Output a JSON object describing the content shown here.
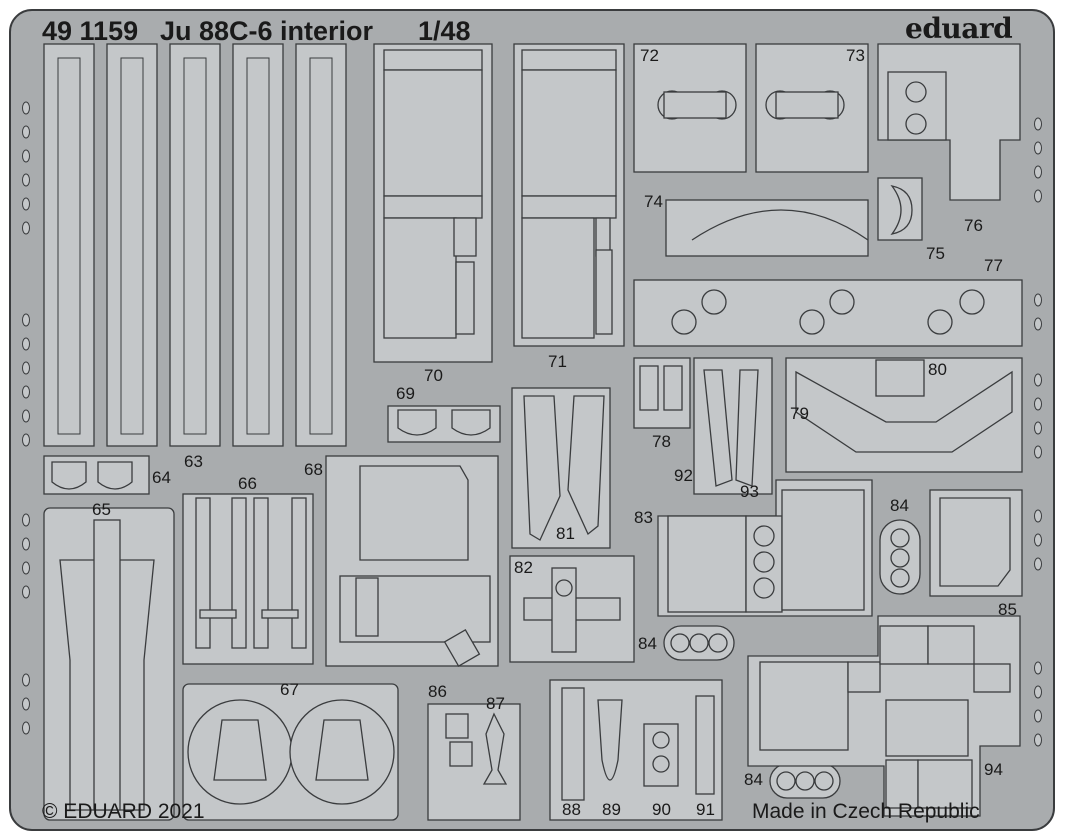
{
  "header": {
    "catalog_number": "49 1159",
    "title": "Ju 88C-6 interior",
    "scale": "1/48",
    "brand": "eduard"
  },
  "footer": {
    "copyright": "© EDUARD 2021",
    "origin": "Made in Czech Republic"
  },
  "part_labels": {
    "p63": "63",
    "p64": "64",
    "p65": "65",
    "p66": "66",
    "p67": "67",
    "p68": "68",
    "p69": "69",
    "p70": "70",
    "p71": "71",
    "p72": "72",
    "p73": "73",
    "p74": "74",
    "p75": "75",
    "p76": "76",
    "p77": "77",
    "p78": "78",
    "p79": "79",
    "p80": "80",
    "p81": "81",
    "p82": "82",
    "p83": "83",
    "p84a": "84",
    "p84b": "84",
    "p84c": "84",
    "p85": "85",
    "p86": "86",
    "p87": "87",
    "p88": "88",
    "p89": "89",
    "p90": "90",
    "p91": "91",
    "p92": "92",
    "p93": "93",
    "p94": "94"
  },
  "colors": {
    "fret": "#a9acae",
    "part": "#c4c7c9",
    "edge": "#3a3c3e",
    "text": "#1a1a1a"
  }
}
